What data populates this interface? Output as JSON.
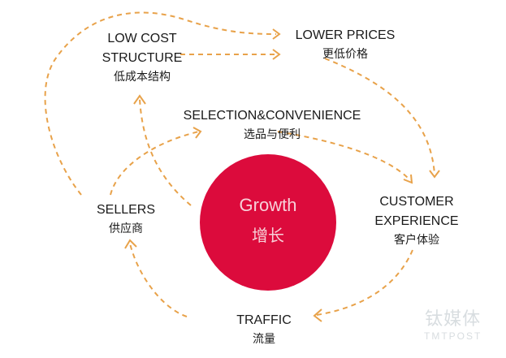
{
  "nodes": {
    "low_cost": {
      "en1": "LOW COST",
      "en2": "STRUCTURE",
      "cn": "低成本结构"
    },
    "lower_prices": {
      "en": "LOWER PRICES",
      "cn": "更低价格"
    },
    "selection": {
      "en": "SELECTION&CONVENIENCE",
      "cn": "选品与便利"
    },
    "customer": {
      "en1": "CUSTOMER",
      "en2": "EXPERIENCE",
      "cn": "客户体验"
    },
    "traffic": {
      "en": "TRAFFIC",
      "cn": "流量"
    },
    "sellers": {
      "en": "SELLERS",
      "cn": "供应商"
    }
  },
  "center": {
    "en": "Growth",
    "cn": "增长"
  },
  "watermark": {
    "cn": "钛媒体",
    "en": "TMTPOST"
  },
  "colors": {
    "arrow": "#e8a24a",
    "circle": "#dc0b3c"
  }
}
